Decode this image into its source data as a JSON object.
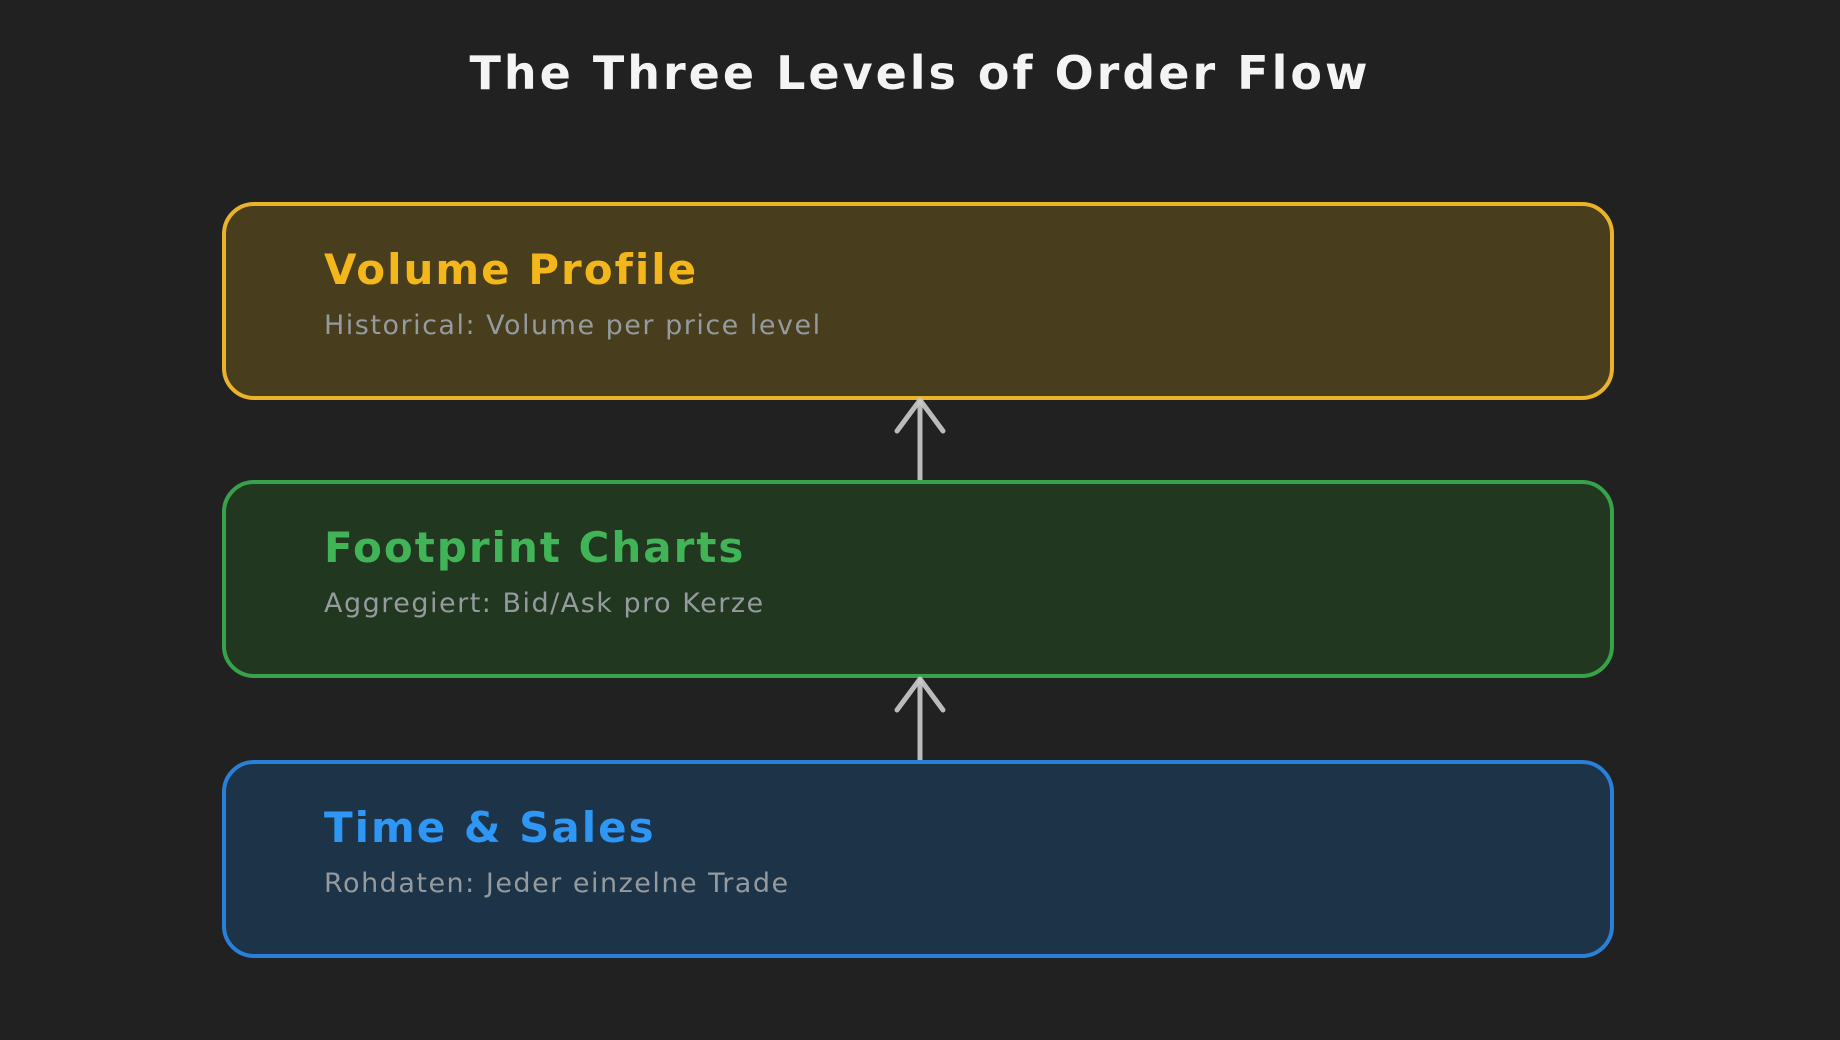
{
  "title": "The Three Levels of Order Flow",
  "colors": {
    "background": "#212121",
    "title": "#f4f4f4",
    "subtitle": "#949a9e",
    "arrow": "#c9c9c9"
  },
  "levels": [
    {
      "name": "Volume Profile",
      "description": "Historical: Volume per price level",
      "accent": "#f3b71b",
      "border": "#e9b32a",
      "fill": "#483d1d"
    },
    {
      "name": "Footprint Charts",
      "description": "Aggregiert: Bid/Ask pro Kerze",
      "accent": "#42b458",
      "border": "#38a24a",
      "fill": "#21371f"
    },
    {
      "name": "Time & Sales",
      "description": "Rohdaten: Jeder einzelne Trade",
      "accent": "#2e96f5",
      "border": "#2a7fd9",
      "fill": "#1d3348"
    }
  ]
}
